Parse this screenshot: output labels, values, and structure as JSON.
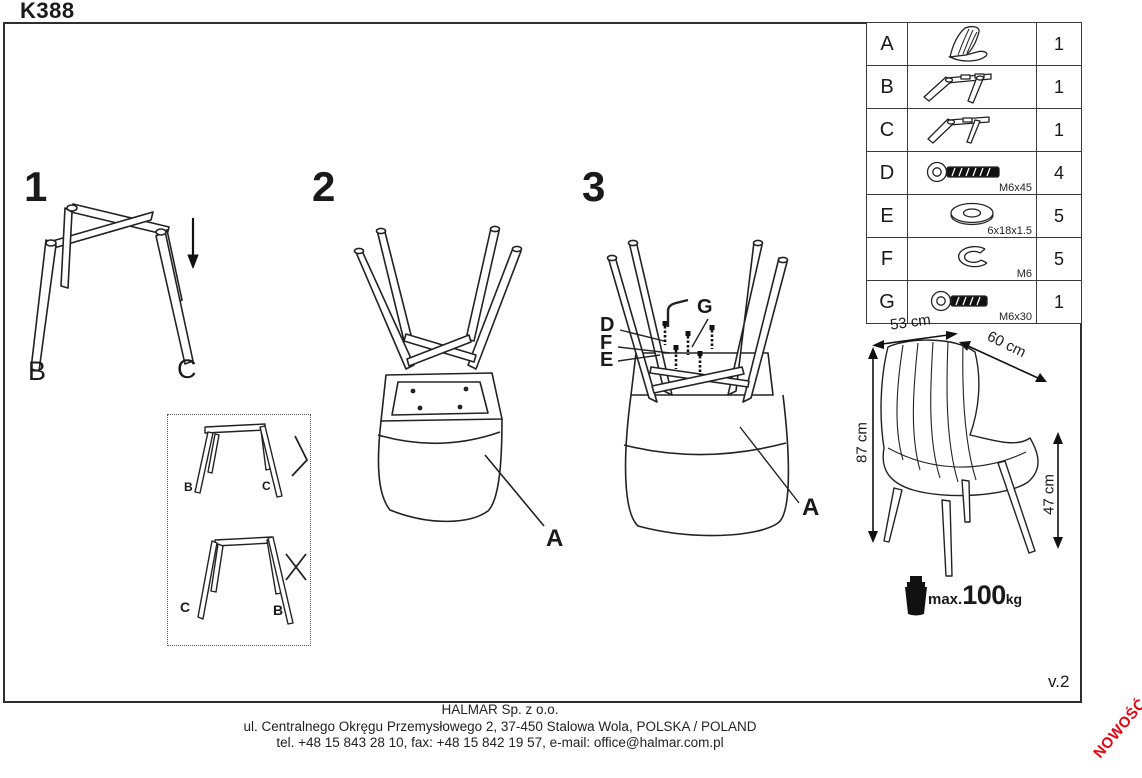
{
  "title": "K388",
  "version": "v.2",
  "badge": "NOWOŚĆ",
  "steps": {
    "s1": {
      "number": "1",
      "label_b": "B",
      "label_c": "C"
    },
    "s2": {
      "number": "2",
      "label_a": "A"
    },
    "s3": {
      "number": "3",
      "label_d": "D",
      "label_f": "F",
      "label_e": "E",
      "label_g": "G",
      "label_a": "A"
    }
  },
  "hint_box": {
    "ok_left": "B",
    "ok_right": "C",
    "bad_left": "C",
    "bad_right": "B"
  },
  "parts_table": {
    "rows": [
      {
        "id": "A",
        "icon": "chair-shell",
        "spec": "",
        "qty": "1"
      },
      {
        "id": "B",
        "icon": "leg-frame-b",
        "spec": "",
        "qty": "1"
      },
      {
        "id": "C",
        "icon": "leg-frame-c",
        "spec": "",
        "qty": "1"
      },
      {
        "id": "D",
        "icon": "bolt-long",
        "spec": "M6x45",
        "qty": "4"
      },
      {
        "id": "E",
        "icon": "flat-washer",
        "spec": "6x18x1.5",
        "qty": "5"
      },
      {
        "id": "F",
        "icon": "spring-washer",
        "spec": "M6",
        "qty": "5"
      },
      {
        "id": "G",
        "icon": "bolt-short",
        "spec": "M6x30",
        "qty": "1"
      }
    ]
  },
  "dimensions": {
    "seat_width": "53 cm",
    "depth": "60 cm",
    "total_height": "87 cm",
    "seat_height": "47 cm"
  },
  "max_load": {
    "prefix": "max.",
    "value": "100",
    "unit": "kg"
  },
  "footer": {
    "company": "HALMAR Sp. z o.o.",
    "address": "ul. Centralnego Okręgu Przemysłowego 2, 37-450 Stalowa Wola, POLSKA / POLAND",
    "contact": "tel. +48 15 843 28 10, fax: +48 15 842 19 57, e-mail: office@halmar.com.pl"
  },
  "colors": {
    "line": "#222222",
    "accent_red": "#e20613"
  }
}
